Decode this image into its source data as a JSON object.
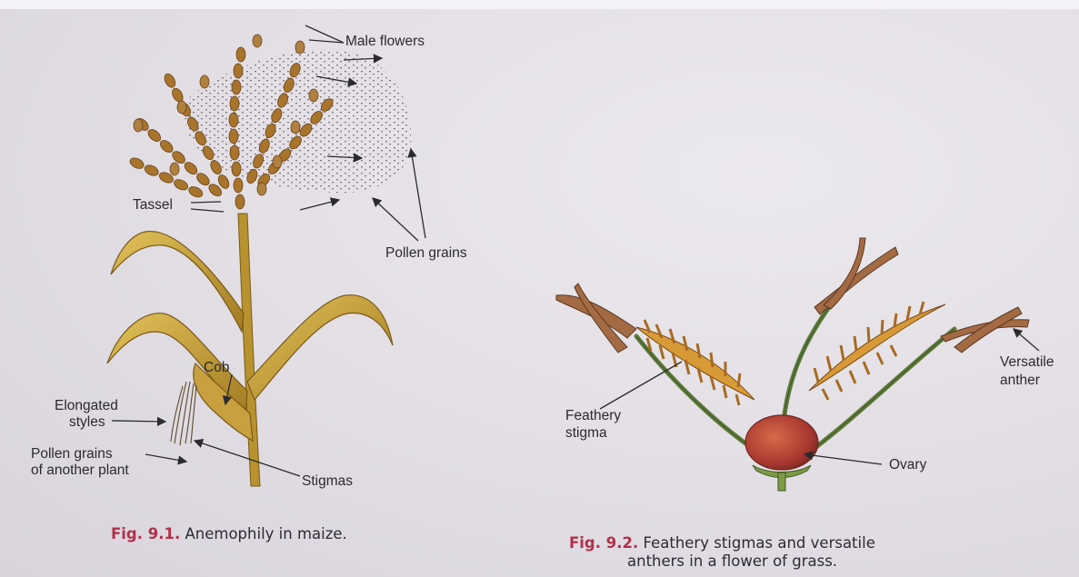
{
  "figure1": {
    "labels": {
      "male_flowers": "Male flowers",
      "tassel": "Tassel",
      "pollen_grains": "Pollen grains",
      "cob": "Cob",
      "elongated_styles_1": "Elongated",
      "elongated_styles_2": "styles",
      "pollen_another_1": "Pollen grains",
      "pollen_another_2": "of another plant",
      "stigmas": "Stigmas"
    },
    "caption_num": "Fig. 9.1.",
    "caption_text": " Anemophily in maize."
  },
  "figure2": {
    "labels": {
      "versatile_1": "Versatile",
      "versatile_2": "anther",
      "feathery_1": "Feathery",
      "feathery_2": "stigma",
      "ovary": "Ovary"
    },
    "caption_num": "Fig. 9.2.",
    "caption_line1": " Feathery stigmas and versatile",
    "caption_line2": "anthers in a flower of grass."
  },
  "colors": {
    "leaf": "#c6a03c",
    "leaf_dark": "#7a5a18",
    "stem": "#b48a2e",
    "spikelet": "#9b6a2a",
    "ovary": "#b8443a",
    "filament": "#5d7a3a",
    "caption_accent": "#b0314b"
  }
}
